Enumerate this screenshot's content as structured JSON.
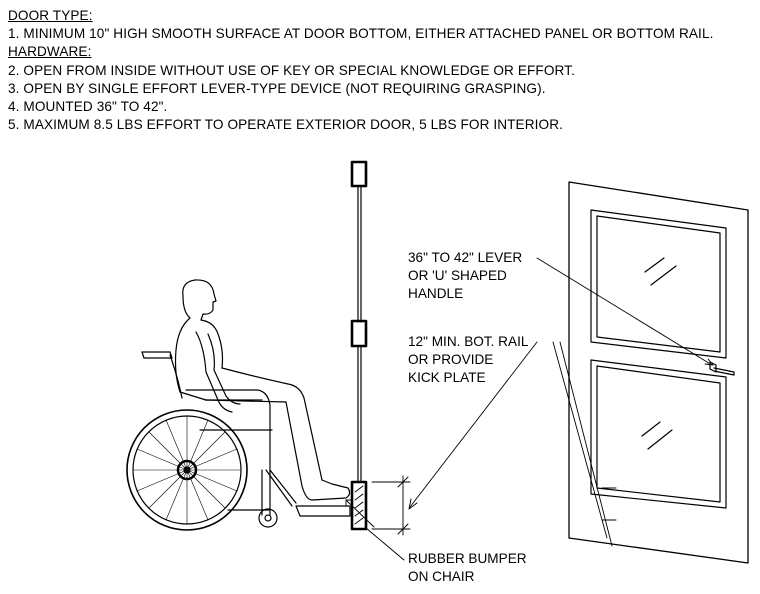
{
  "notes": {
    "door_type_heading": "DOOR TYPE:",
    "note1": "1. MINIMUM 10\" HIGH SMOOTH SURFACE AT DOOR BOTTOM, EITHER ATTACHED PANEL OR BOTTOM RAIL.",
    "hardware_heading": "HARDWARE:",
    "note2": "2. OPEN FROM INSIDE WITHOUT USE OF KEY OR SPECIAL KNOWLEDGE OR EFFORT.",
    "note3": "3. OPEN BY SINGLE EFFORT LEVER-TYPE DEVICE (NOT REQUIRING GRASPING).",
    "note4": "4. MOUNTED 36\" TO 42\".",
    "note5": "5. MAXIMUM 8.5 LBS EFFORT TO OPERATE EXTERIOR DOOR, 5 LBS FOR INTERIOR."
  },
  "callouts": {
    "lever": [
      "36\" TO 42\" LEVER",
      "OR 'U' SHAPED",
      "HANDLE"
    ],
    "rail": [
      "12\" MIN. BOT. RAIL",
      "OR PROVIDE",
      "KICK PLATE"
    ],
    "bumper": [
      "RUBBER BUMPER",
      "ON CHAIR"
    ]
  }
}
